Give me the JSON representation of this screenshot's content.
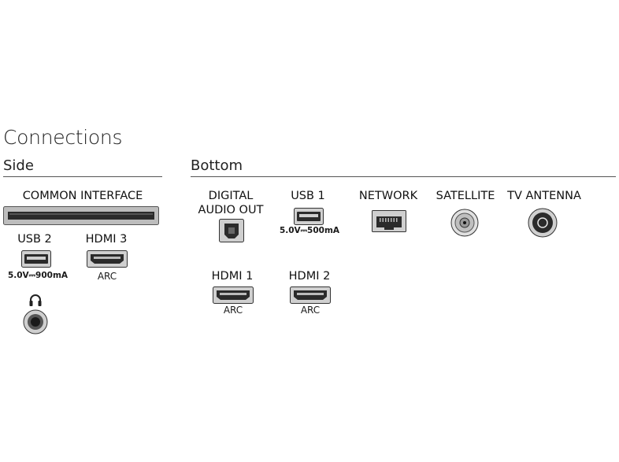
{
  "title": "Connections",
  "sections": {
    "side": {
      "label": "Side",
      "common_interface": "COMMON INTERFACE",
      "usb2": {
        "label": "USB 2",
        "spec": "5.0V⎓900mA"
      },
      "hdmi3": {
        "label": "HDMI 3",
        "sub": "ARC"
      },
      "headphone_icon": "headphones-icon"
    },
    "bottom": {
      "label": "Bottom",
      "digital_audio": {
        "line1": "DIGITAL",
        "line2": "AUDIO OUT"
      },
      "usb1": {
        "label": "USB 1",
        "spec": "5.0V⎓500mA"
      },
      "network": "NETWORK",
      "satellite": "SATELLITE",
      "tv_antenna": "TV ANTENNA",
      "hdmi1": {
        "label": "HDMI 1",
        "sub": "ARC"
      },
      "hdmi2": {
        "label": "HDMI 2",
        "sub": "ARC"
      }
    }
  },
  "colors": {
    "port_fill": "#c8c8c8",
    "port_dark": "#2b2b2b",
    "rule": "#555555"
  }
}
